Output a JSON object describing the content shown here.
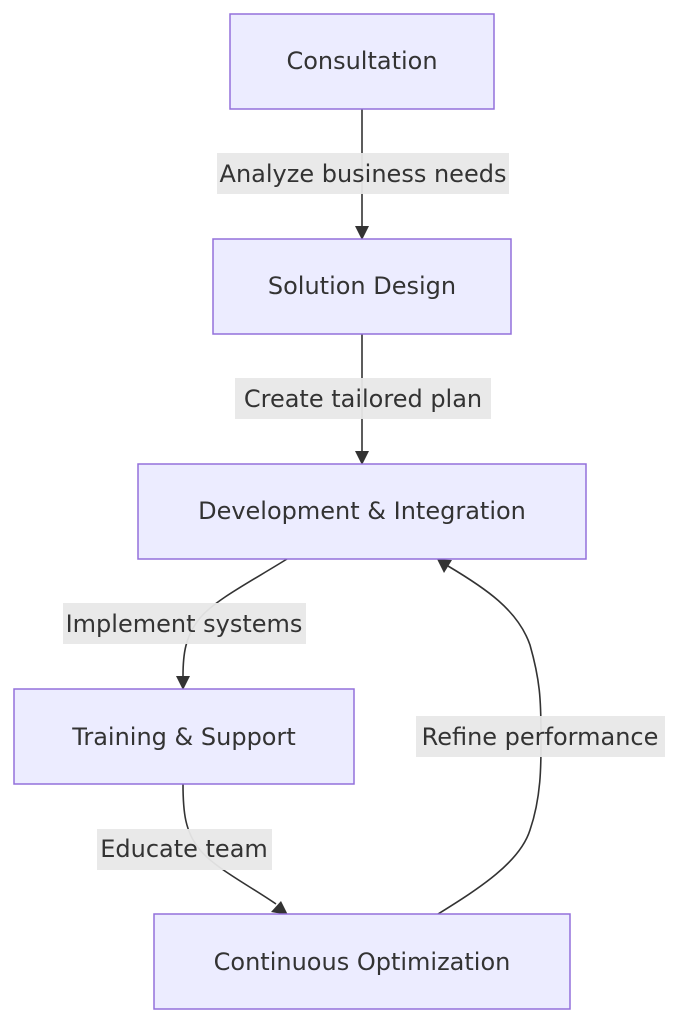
{
  "diagram": {
    "type": "flowchart",
    "direction": "top-down",
    "colors": {
      "node_fill": "#ECECFF",
      "node_stroke": "#9370DB",
      "edge": "#333333",
      "label_bg": "#E8E8E8",
      "text": "#333333"
    },
    "nodes": {
      "consultation": "Consultation",
      "solution_design": "Solution Design",
      "development": "Development & Integration",
      "training": "Training & Support",
      "optimization": "Continuous Optimization"
    },
    "edges": [
      {
        "from": "Consultation",
        "to": "Solution Design",
        "label": "Analyze business needs"
      },
      {
        "from": "Solution Design",
        "to": "Development & Integration",
        "label": "Create tailored plan"
      },
      {
        "from": "Development & Integration",
        "to": "Training & Support",
        "label": "Implement systems"
      },
      {
        "from": "Training & Support",
        "to": "Continuous Optimization",
        "label": "Educate team"
      },
      {
        "from": "Continuous Optimization",
        "to": "Development & Integration",
        "label": "Refine performance"
      }
    ]
  }
}
